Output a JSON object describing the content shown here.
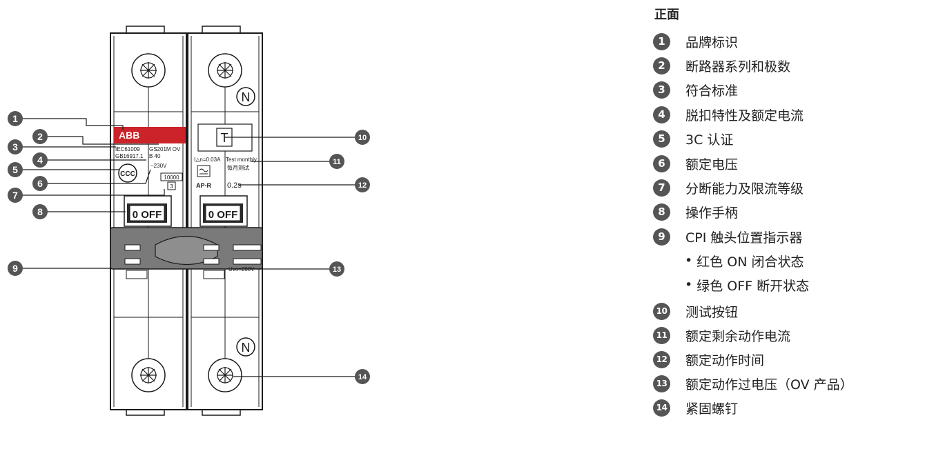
{
  "legend": {
    "title": "正面",
    "items": [
      {
        "num": "1",
        "text": "品牌标识"
      },
      {
        "num": "2",
        "text": "断路器系列和极数"
      },
      {
        "num": "3",
        "text": "符合标准"
      },
      {
        "num": "4",
        "text": "脱扣特性及额定电流"
      },
      {
        "num": "5",
        "text": "3C 认证"
      },
      {
        "num": "6",
        "text": "额定电压"
      },
      {
        "num": "7",
        "text": "分断能力及限流等级"
      },
      {
        "num": "8",
        "text": "操作手柄"
      },
      {
        "num": "9",
        "text": "CPI 触头位置指示器"
      },
      {
        "num": "10",
        "text": "测试按钮"
      },
      {
        "num": "11",
        "text": "额定剩余动作电流"
      },
      {
        "num": "12",
        "text": "额定动作时间"
      },
      {
        "num": "13",
        "text": "额定动作过电压（OV 产品）"
      },
      {
        "num": "14",
        "text": "紧固螺钉"
      }
    ],
    "sub_items": [
      {
        "bullet": "•",
        "text": "红色 ON 闭合状态"
      },
      {
        "bullet": "•",
        "text": "绿色 OFF 断开状态"
      }
    ]
  },
  "device": {
    "brand": "ABB",
    "standard_1": "IEC61009",
    "standard_2": "GB16917.1",
    "series": "GS201M OV",
    "rating": "B 40",
    "voltage": "~230V",
    "breaking_capacity": "10000",
    "limit_class": "3",
    "handle_label": "0 OFF",
    "test_button": "T",
    "residual_current": "I△n=0.03A",
    "test_label": "Test monthly",
    "test_label_cn": "每月测试",
    "type_label": "AP-R",
    "time_label": "0.2s",
    "overvoltage_label": "Uvo=280V",
    "neutral_mark": "N"
  },
  "callouts": [
    "1",
    "2",
    "3",
    "4",
    "5",
    "6",
    "7",
    "8",
    "9",
    "10",
    "11",
    "12",
    "13",
    "14"
  ],
  "colors": {
    "badge": "#555555",
    "brand_band": "#cc2229",
    "handle_body": "#7a7a7a",
    "outline": "#1a1a1a"
  }
}
